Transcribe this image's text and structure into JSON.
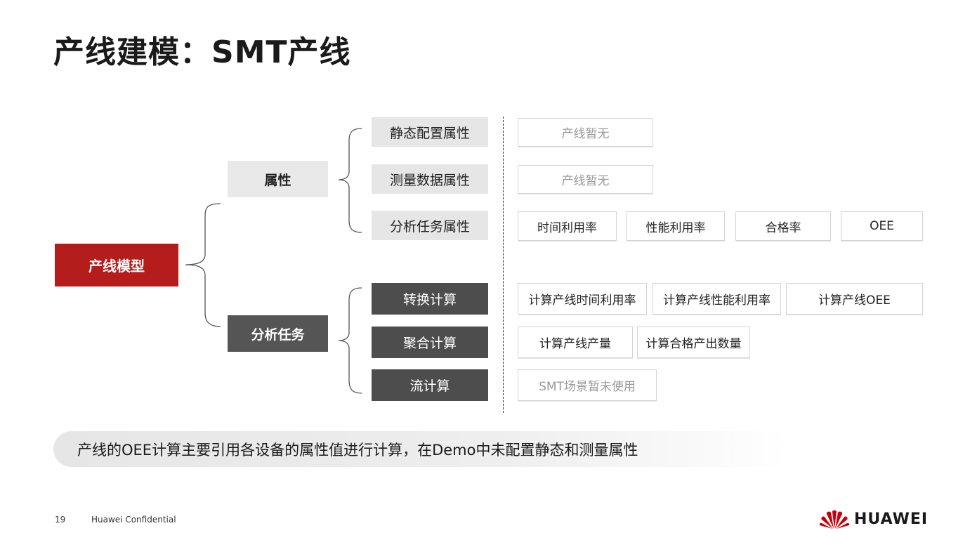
{
  "slide": {
    "title": "产线建模：SMT产线",
    "page_number": "19",
    "confidential": "Huawei Confidential",
    "brand": "HUAWEI",
    "brand_color": "#b51c1c"
  },
  "tree": {
    "root": "产线模型",
    "attributes": {
      "label": "属性",
      "items": [
        {
          "label": "静态配置属性",
          "values": [
            "产线暂无"
          ]
        },
        {
          "label": "测量数据属性",
          "values": [
            "产线暂无"
          ]
        },
        {
          "label": "分析任务属性",
          "values": [
            "时间利用率",
            "性能利用率",
            "合格率",
            "OEE"
          ]
        }
      ]
    },
    "tasks": {
      "label": "分析任务",
      "items": [
        {
          "label": "转换计算",
          "values": [
            "计算产线时间利用率",
            "计算产线性能利用率",
            "计算产线OEE"
          ]
        },
        {
          "label": "聚合计算",
          "values": [
            "计算产线产量",
            "计算合格产出数量"
          ]
        },
        {
          "label": "流计算",
          "values": [
            "SMT场景暂未使用"
          ]
        }
      ]
    }
  },
  "note": "产线的OEE计算主要引用各设备的属性值进行计算，在Demo中未配置静态和测量属性"
}
